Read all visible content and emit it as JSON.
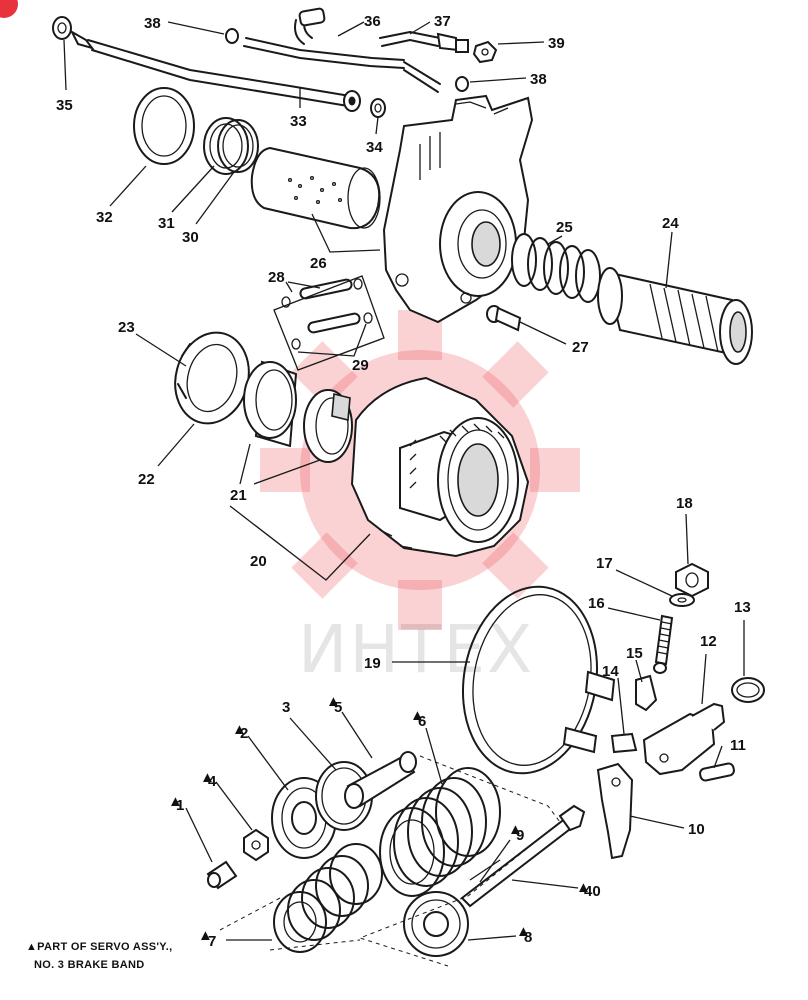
{
  "watermark": {
    "text": "ИНТЕХ",
    "color": "#e8323c"
  },
  "callouts": {
    "c1": "1",
    "c2": "2",
    "c3": "3",
    "c4": "4",
    "c5": "5",
    "c6": "6",
    "c7": "7",
    "c8": "8",
    "c9": "9",
    "c10": "10",
    "c11": "11",
    "c12": "12",
    "c13": "13",
    "c14": "14",
    "c15": "15",
    "c16": "16",
    "c17": "17",
    "c18": "18",
    "c19": "19",
    "c20": "20",
    "c21": "21",
    "c22": "22",
    "c23": "23",
    "c24": "24",
    "c25": "25",
    "c26": "26",
    "c27": "27",
    "c28": "28",
    "c29": "29",
    "c30": "30",
    "c31": "31",
    "c32": "32",
    "c33": "33",
    "c34": "34",
    "c35": "35",
    "c36": "36",
    "c37": "37",
    "c38a": "38",
    "c38b": "38",
    "c39": "39",
    "c40": "40"
  },
  "servo_marker": "▲",
  "note": {
    "line1": "▲PART OF SERVO ASS'Y.,",
    "line2": "NO. 3 BRAKE BAND"
  }
}
